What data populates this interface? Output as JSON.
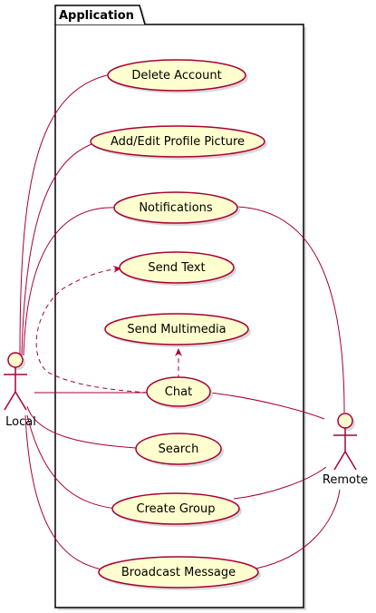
{
  "package": {
    "label": "Application"
  },
  "actors": {
    "local": {
      "label": "Local"
    },
    "remote": {
      "label": "Remote"
    }
  },
  "use_cases": {
    "delete_account": "Delete Account",
    "profile_picture": "Add/Edit Profile Picture",
    "notifications": "Notifications",
    "send_text": "Send Text",
    "send_multimedia": "Send Multimedia",
    "chat": "Chat",
    "search": "Search",
    "create_group": "Create Group",
    "broadcast_message": "Broadcast Message"
  },
  "colors": {
    "use_case_fill": "#FEFECE",
    "stroke": "#A80036",
    "package_border": "#000000",
    "shadow": "#d9d9d9"
  }
}
